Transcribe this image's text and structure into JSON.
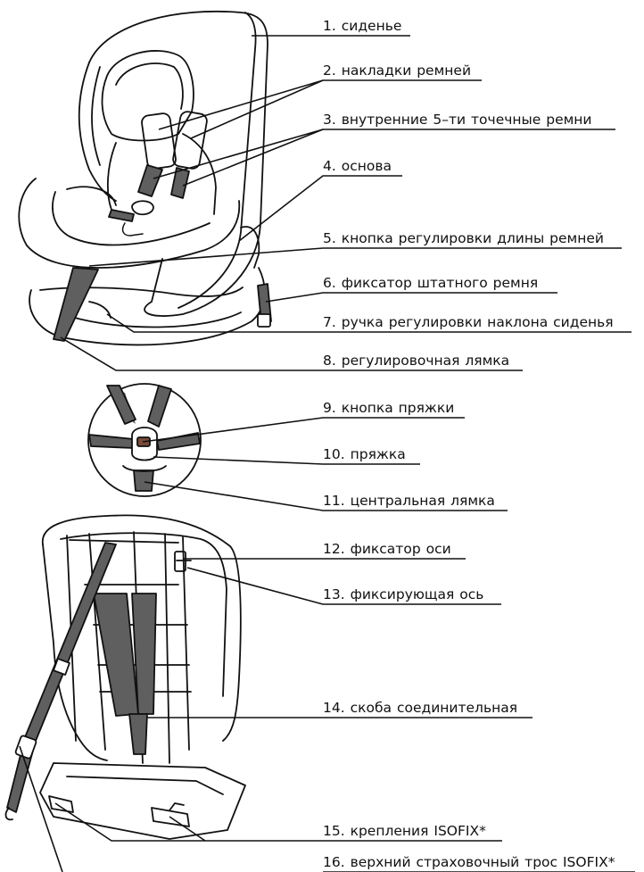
{
  "labels": [
    {
      "num": "1.",
      "text": "сиденье"
    },
    {
      "num": "2.",
      "text": "накладки ремней"
    },
    {
      "num": "3.",
      "text": "внутренние 5–ти точечные ремни"
    },
    {
      "num": "4.",
      "text": "основа"
    },
    {
      "num": "5.",
      "text": "кнопка регулировки длины ремней"
    },
    {
      "num": "6.",
      "text": "фиксатор штатного ремня"
    },
    {
      "num": "7.",
      "text": "ручка регулировки наклона сиденья"
    },
    {
      "num": "8.",
      "text": "регулировочная лямка"
    },
    {
      "num": "9.",
      "text": "кнопка пряжки"
    },
    {
      "num": "10.",
      "text": "пряжка"
    },
    {
      "num": "11.",
      "text": "центральная лямка"
    },
    {
      "num": "12.",
      "text": "фиксатор оси"
    },
    {
      "num": "13.",
      "text": "фиксирующая ось"
    },
    {
      "num": "14.",
      "text": "скоба соединительная"
    },
    {
      "num": "15.",
      "text": "крепления ISOFIX*"
    },
    {
      "num": "16.",
      "text": "верхний страховочный трос ISOFIX*"
    }
  ],
  "colors": {
    "line": "#111111",
    "strap": "#5f5f5f",
    "buckle_accent": "#7a4a3a"
  }
}
